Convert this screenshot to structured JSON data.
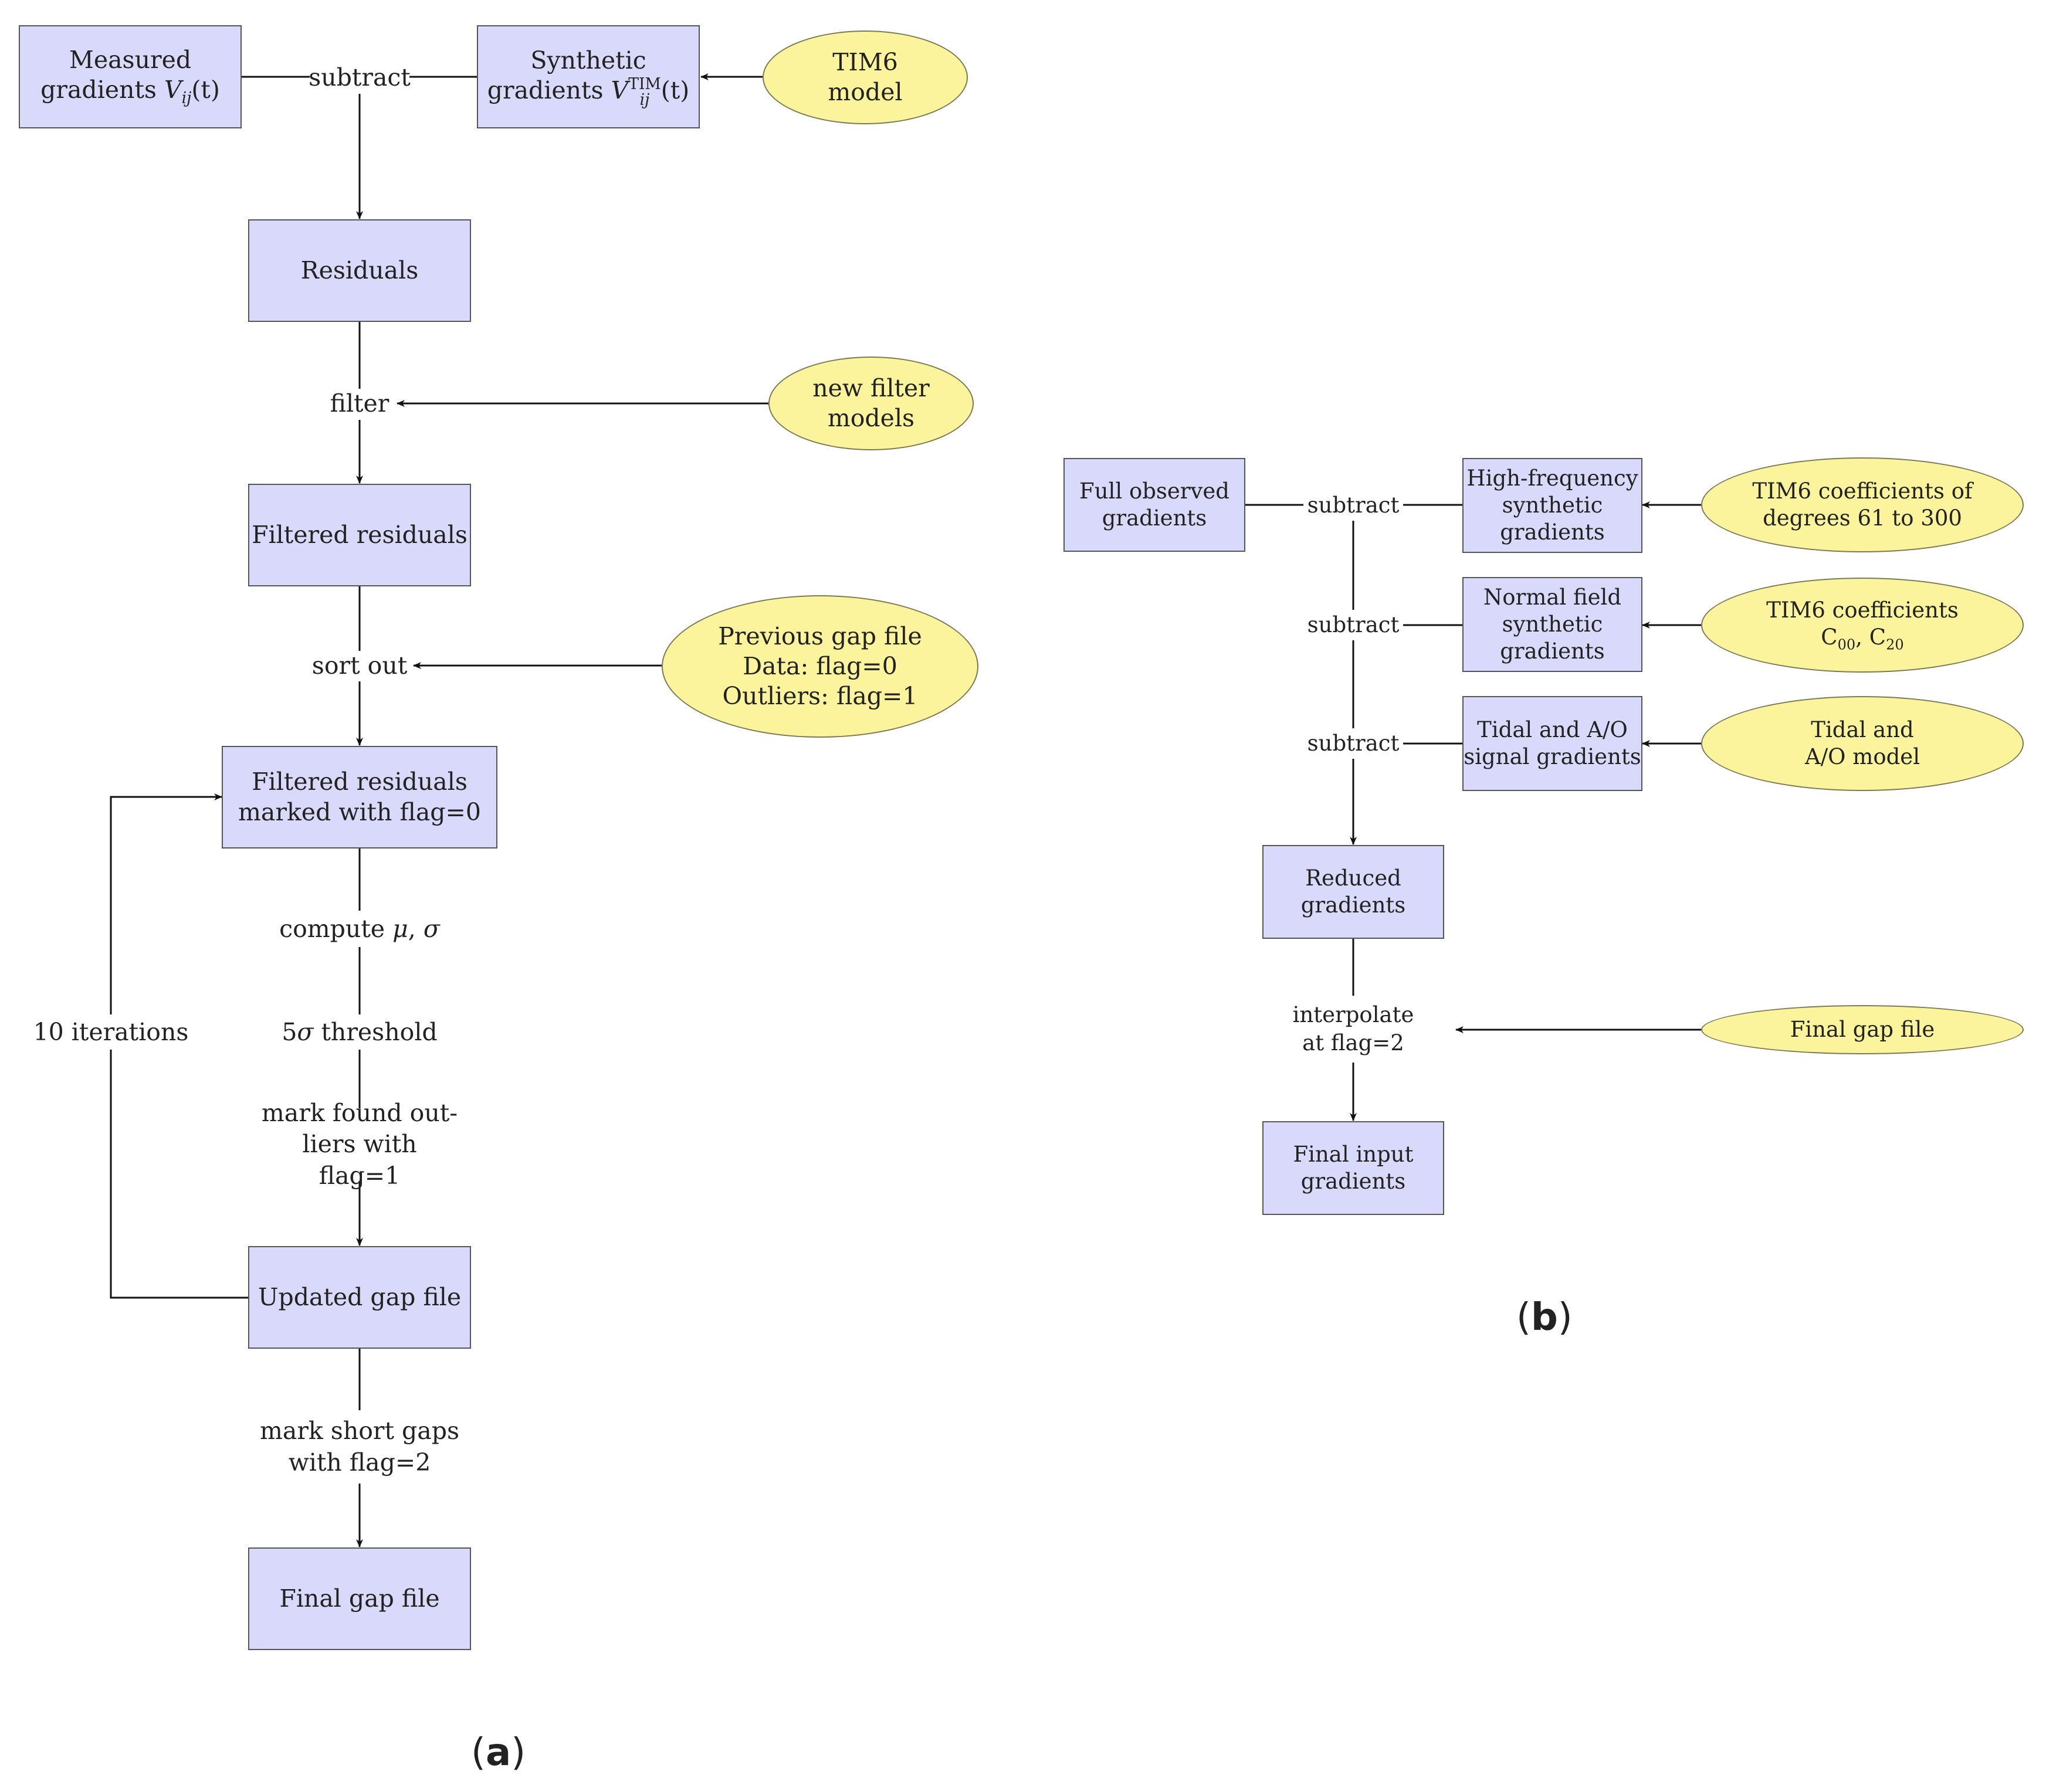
{
  "panel_a": {
    "label": "a",
    "measured": {
      "line1": "Measured",
      "line2_prefix": "gradients ",
      "var": "V",
      "sub": "ij",
      "arg": "(t)"
    },
    "subtract": "subtract",
    "synthetic": {
      "line1": "Synthetic",
      "line2_prefix": "gradients ",
      "var": "V",
      "sub": "ij",
      "sup": "TIM",
      "arg": "(t)"
    },
    "tim6_model": "TIM6\nmodel",
    "residuals": "Residuals",
    "filter": "filter",
    "new_filter_models": "new filter\nmodels",
    "filtered_residuals": "Filtered residuals",
    "sort_out": "sort out",
    "previous_gap_file": "Previous gap file\nData:  flag=0\nOutliers:  flag=1",
    "filtered_marked": "Filtered residuals\nmarked with flag=0",
    "compute": {
      "prefix": "compute ",
      "mu": "μ",
      "sep": ", ",
      "sigma": "σ"
    },
    "threshold": {
      "prefix": "5",
      "sigma": "σ",
      "suffix": " threshold"
    },
    "mark_outliers": "mark found out-\nliers with flag=1",
    "iterations": "10 iterations",
    "updated_gap_file": "Updated gap file",
    "mark_short_gaps": "mark short gaps\nwith flag=2",
    "final_gap_file": "Final gap file"
  },
  "panel_b": {
    "label": "b",
    "full_observed": "Full observed\ngradients",
    "subtract_1": "subtract",
    "subtract_2": "subtract",
    "subtract_3": "subtract",
    "high_freq": "High-frequency\nsynthetic\ngradients",
    "tim6_coeff_degrees": "TIM6 coefficients of\ndegrees 61 to 300",
    "normal_field": "Normal field\nsynthetic\ngradients",
    "tim6_coeff_c": {
      "line1": "TIM6 coefficients",
      "c": "C",
      "c00_sub": "00",
      "sep": ", ",
      "c20_sub": "20"
    },
    "tidal_ao": "Tidal and A/O\nsignal gradients",
    "tidal_ao_model": "Tidal and\nA/O model",
    "reduced": "Reduced\ngradients",
    "interpolate": "interpolate\nat flag=2",
    "final_gap_file": "Final gap file",
    "final_input": "Final input\ngradients"
  }
}
